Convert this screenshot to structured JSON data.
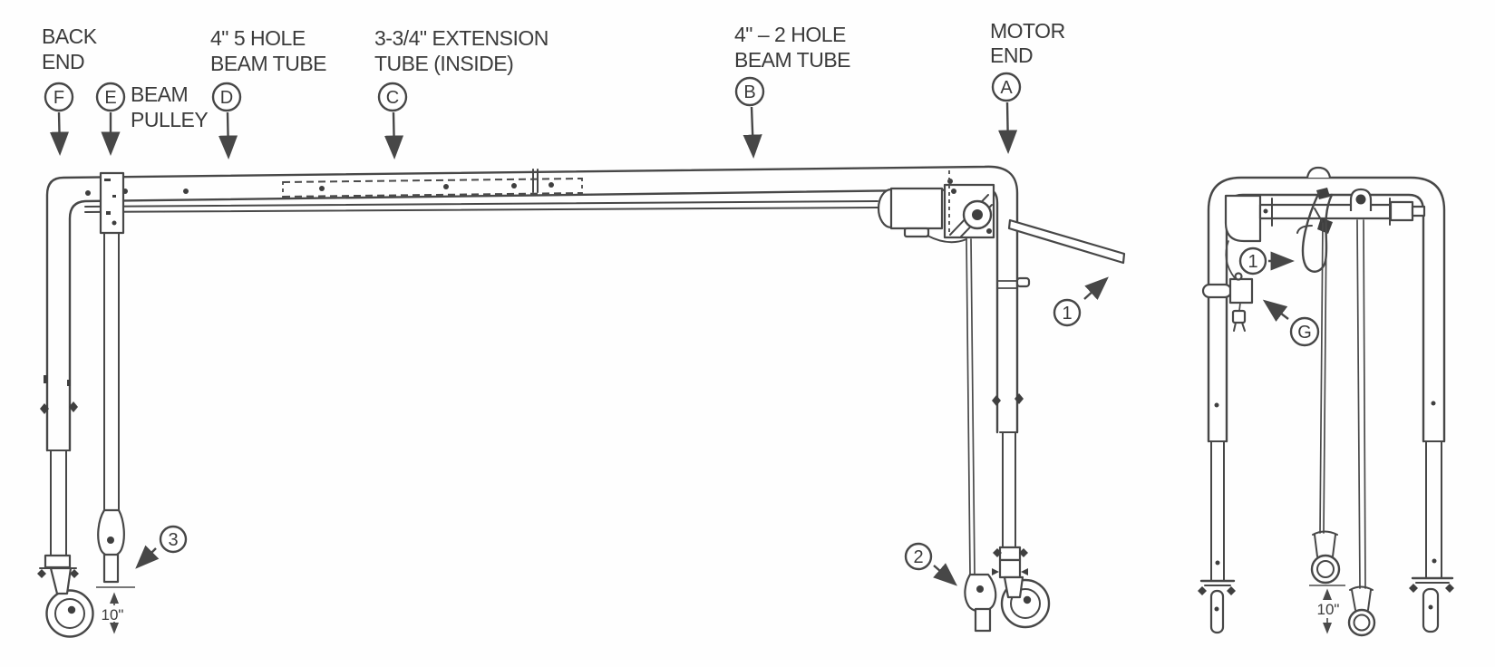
{
  "side_view": {
    "callouts": [
      {
        "letter": "A",
        "label_line1": "MOTOR",
        "label_line2": "END"
      },
      {
        "letter": "B",
        "label_line1": "4\" –  2 HOLE",
        "label_line2": "BEAM TUBE"
      },
      {
        "letter": "C",
        "label_line1": "3-3/4\" EXTENSION",
        "label_line2": "TUBE (INSIDE)"
      },
      {
        "letter": "D",
        "label_line1": "4\" 5 HOLE",
        "label_line2": "BEAM TUBE"
      },
      {
        "letter": "E",
        "label_line1": "BEAM",
        "label_line2": "PULLEY"
      },
      {
        "letter": "F",
        "label_line1": "BACK",
        "label_line2": "END"
      }
    ],
    "item_callouts": [
      {
        "number": "1"
      },
      {
        "number": "2"
      },
      {
        "number": "3"
      }
    ],
    "caster_height_dimension": "10\""
  },
  "end_view": {
    "item_callouts": [
      {
        "number": "1"
      }
    ],
    "letter_callouts": [
      {
        "letter": "G"
      }
    ],
    "caster_height_dimension": "10\""
  }
}
